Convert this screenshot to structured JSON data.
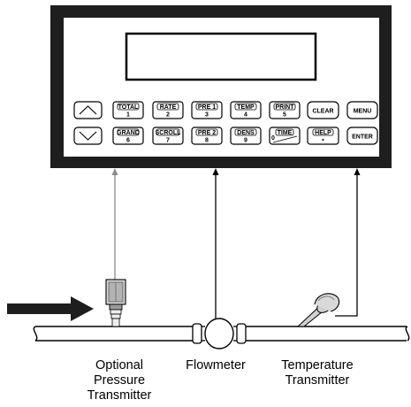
{
  "keypad": {
    "total_label": "TOTAL",
    "total_num": "1",
    "rate_label": "RATE",
    "rate_num": "2",
    "pre1_label": "PRE 1",
    "pre1_num": "3",
    "temp_label": "TEMP",
    "temp_num": "4",
    "print_label": "PRINT",
    "print_num": "5",
    "grand_label": "GRAND",
    "grand_num": "6",
    "scroll_label": "SCROLL",
    "scroll_num": "7",
    "pre2_label": "PRE 2",
    "pre2_num": "8",
    "dens_label": "DENS",
    "dens_num": "9",
    "time_label": "TIME",
    "time_num": "0",
    "help_label": "HELP",
    "help_num": "•",
    "clear_label": "CLEAR",
    "menu_label": "MENU",
    "enter_label": "ENTER"
  },
  "captions": {
    "pressure_line1": "Optional",
    "pressure_line2": "Pressure",
    "pressure_line3": "Transmitter",
    "flowmeter": "Flowmeter",
    "temperature_line1": "Temperature",
    "temperature_line2": "Transmitter"
  }
}
